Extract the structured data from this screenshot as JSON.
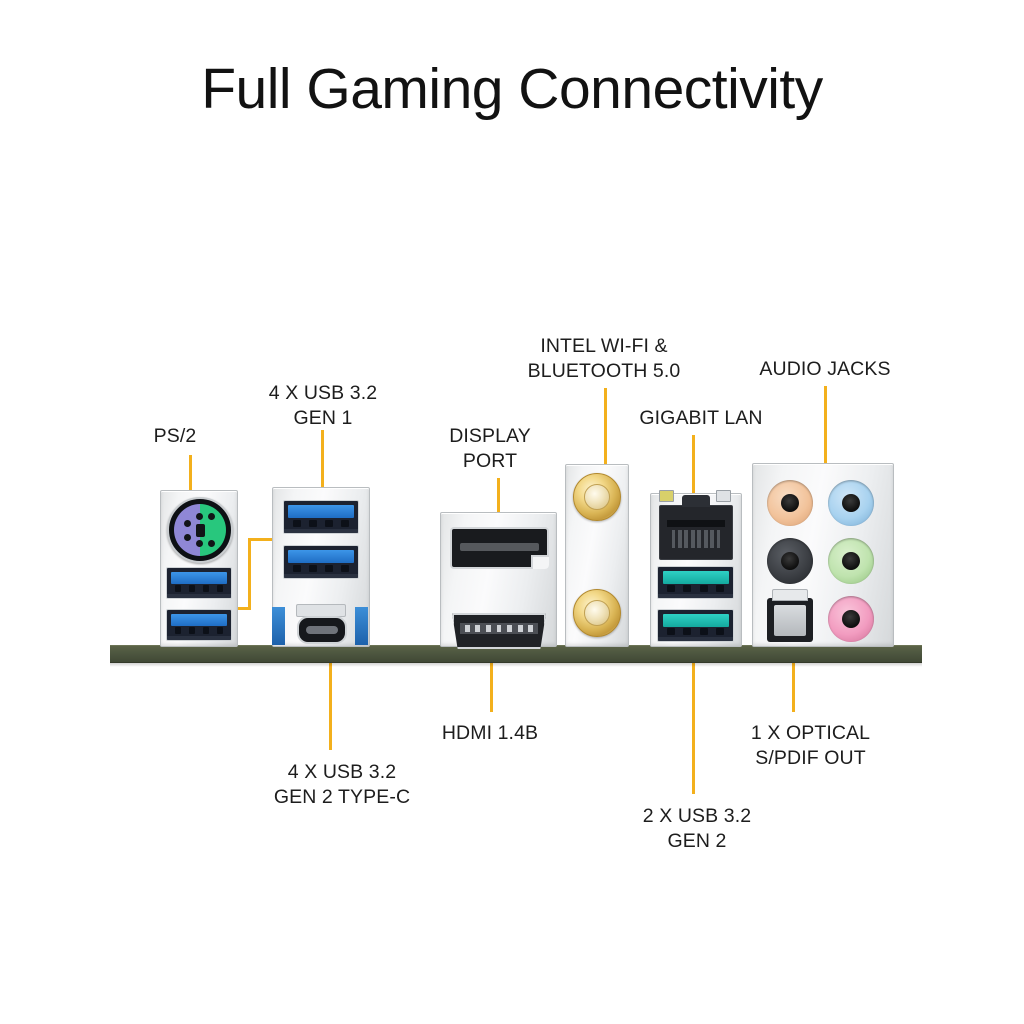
{
  "header": {
    "title": "Full Gaming Connectivity"
  },
  "colors": {
    "leader": "#f3b01c",
    "pcb": "#4e5740",
    "shield": "#f0f1f2",
    "usb_gen1": "#2f7fd4",
    "usb_gen2": "#1fc0b4",
    "ps2_keyboard": "#8f87d6",
    "ps2_mouse": "#28c77d",
    "background": "#ffffff"
  },
  "callouts": [
    {
      "id": "ps2",
      "label": "PS/2",
      "position": "above"
    },
    {
      "id": "usb32gen1",
      "label": "4 X USB 3.2\nGEN 1",
      "position": "above"
    },
    {
      "id": "displayport",
      "label": "DISPLAY\nPORT",
      "position": "above"
    },
    {
      "id": "wifi",
      "label": "INTEL WI-FI &\nBLUETOOTH 5.0",
      "position": "above"
    },
    {
      "id": "lan",
      "label": "GIGABIT LAN",
      "position": "above"
    },
    {
      "id": "audio",
      "label": "AUDIO JACKS",
      "position": "above"
    },
    {
      "id": "usbc",
      "label": "4 X USB 3.2\nGEN 2 TYPE-C",
      "position": "below"
    },
    {
      "id": "hdmi",
      "label": "HDMI 1.4B",
      "position": "below"
    },
    {
      "id": "usb32gen2",
      "label": "2 X USB 3.2\nGEN 2",
      "position": "below"
    },
    {
      "id": "spdif",
      "label": "1 X OPTICAL\nS/PDIF OUT",
      "position": "below"
    }
  ],
  "ports": {
    "ps2_block": {
      "name": "PS/2 combo port with 2 USB 3.2 Gen 1 ports"
    },
    "usb_block": {
      "name": "2 USB 3.2 Gen 1 ports with USB 3.2 Gen 2 Type-C"
    },
    "video_block": {
      "name": "DisplayPort and HDMI 1.4B"
    },
    "wifi_block": {
      "name": "Dual SMA Wi-Fi antenna connectors"
    },
    "lan_block": {
      "name": "Gigabit LAN with 2 USB 3.2 Gen 2 ports"
    },
    "audio_block": {
      "name": "6 audio jacks plus optical S/PDIF out"
    }
  },
  "audio_jacks": [
    {
      "id": "center-subwoofer",
      "color": "#f2c39b",
      "row": 0,
      "col": 0
    },
    {
      "id": "line-in",
      "color": "#a8d2ef",
      "row": 0,
      "col": 1
    },
    {
      "id": "side-speaker",
      "color": "#3c3f44",
      "row": 1,
      "col": 0
    },
    {
      "id": "line-out",
      "color": "#bfe3ae",
      "row": 1,
      "col": 1
    },
    {
      "id": "microphone",
      "color": "#f29cc0",
      "row": 2,
      "col": 1
    }
  ]
}
